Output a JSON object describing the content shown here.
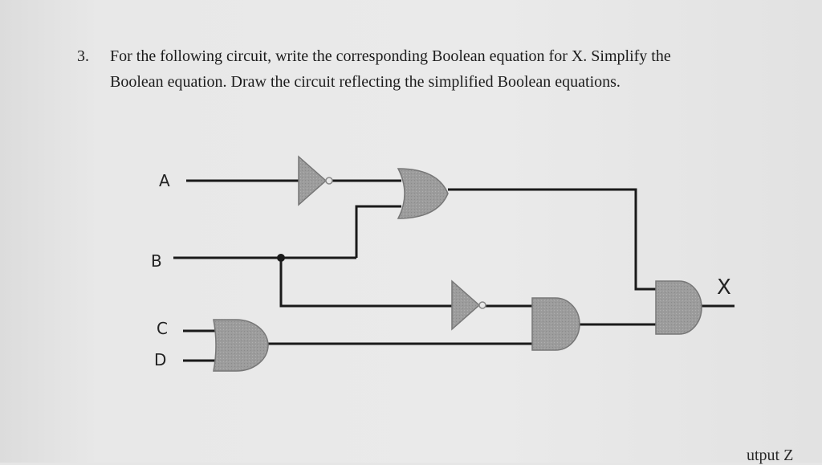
{
  "question": {
    "number": "3.",
    "line1": "For the following circuit, write the corresponding Boolean equation for X.  Simplify the",
    "line2": "Boolean equation.  Draw the circuit reflecting the simplified Boolean equations."
  },
  "circuit": {
    "inputs": [
      "A",
      "B",
      "C",
      "D"
    ],
    "output": "X",
    "gates": [
      {
        "id": "not-a",
        "type": "NOT",
        "inputs": [
          "A"
        ]
      },
      {
        "id": "or-1",
        "type": "OR",
        "inputs": [
          "not-a",
          "B"
        ]
      },
      {
        "id": "not-b",
        "type": "NOT",
        "inputs": [
          "B"
        ]
      },
      {
        "id": "and-cd",
        "type": "AND",
        "inputs": [
          "C",
          "D"
        ]
      },
      {
        "id": "and-mid",
        "type": "AND",
        "inputs": [
          "not-b",
          "and-cd"
        ]
      },
      {
        "id": "and-out",
        "type": "AND",
        "inputs": [
          "or-1",
          "and-mid"
        ]
      }
    ],
    "colors": {
      "wire": "#1a1a1a",
      "gate_fill": "#9a9a9a",
      "gate_stroke": "#6a6a6a"
    }
  },
  "footer": {
    "cut_off_text": "utput Z"
  }
}
